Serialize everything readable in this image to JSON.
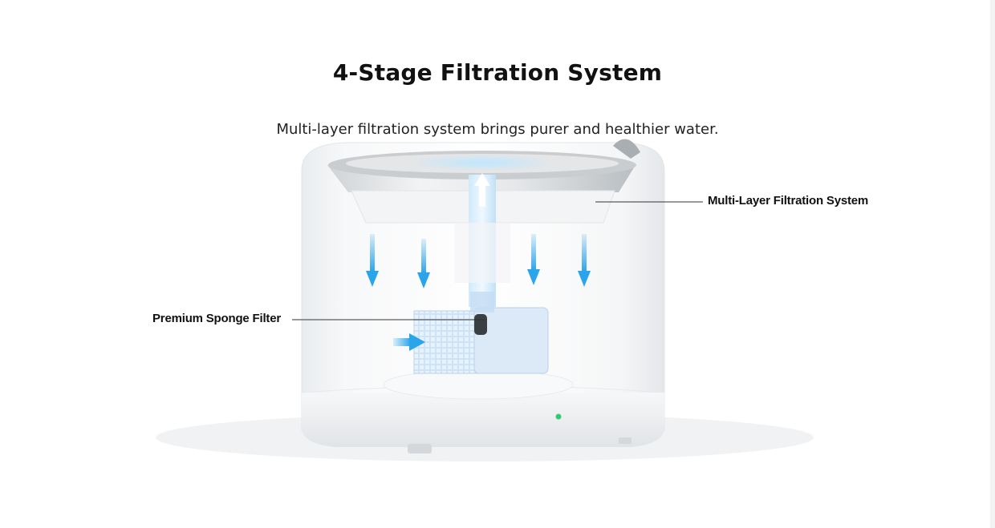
{
  "section": {
    "title": "4-Stage Filtration System",
    "subtitle": "Multi-layer filtration system brings purer and healthier water."
  },
  "callouts": {
    "multi_layer": "Multi-Layer Filtration System",
    "sponge": "Premium Sponge Filter"
  },
  "colors": {
    "arrow_blue": "#2aa4ea",
    "filter_blue": "#cfe3f7",
    "status_led": "#2ecc71"
  },
  "icons": {
    "flow_arrow": "arrow-down-icon",
    "inflow_arrow": "arrow-right-icon",
    "up_flow": "arrow-up-icon"
  }
}
